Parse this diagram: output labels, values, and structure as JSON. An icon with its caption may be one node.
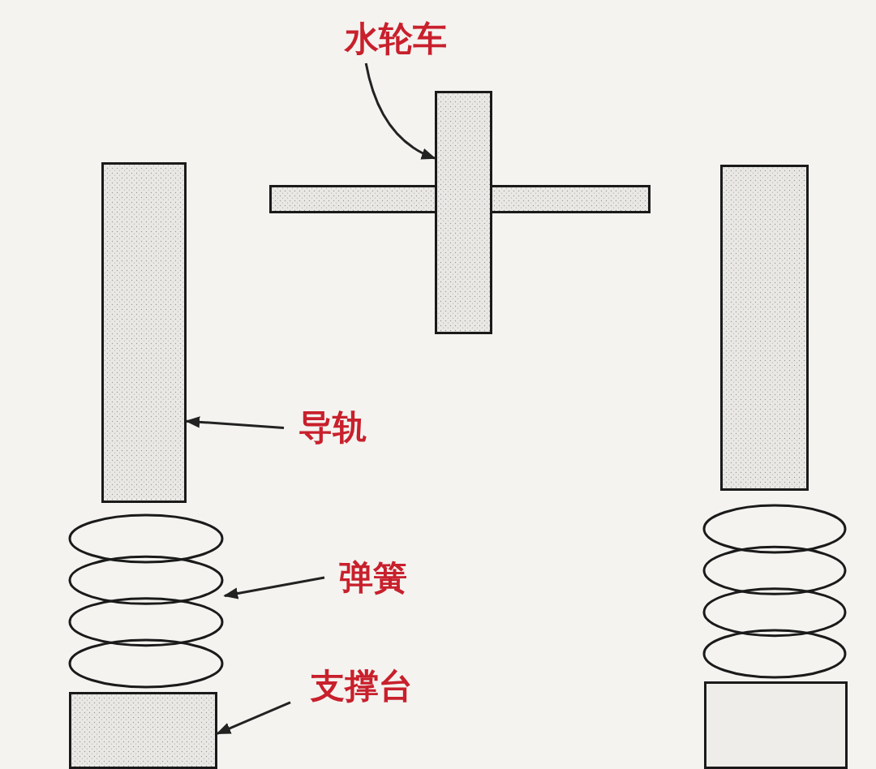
{
  "diagram": {
    "nodes": [
      {
        "text": [
          "水轮车"
        ]
      },
      {
        "text": [
          "导轨"
        ]
      },
      {
        "text": [
          "弹簧"
        ]
      },
      {
        "text": [
          "支撑台"
        ]
      },
      {
        "text": [],
        "shape": "bar"
      },
      {
        "text": [],
        "shape": "spring"
      },
      {
        "text": [],
        "shape": "box"
      },
      {
        "text": [],
        "shape": "bar"
      },
      {
        "text": [],
        "shape": "bar"
      },
      {
        "text": [],
        "shape": "bar"
      },
      {
        "text": [],
        "shape": "spring"
      },
      {
        "text": [],
        "shape": "box"
      }
    ],
    "edges": [
      {
        "from": 0,
        "to": 8,
        "arrow": "to"
      },
      {
        "from": 1,
        "to": 4,
        "arrow": "to"
      },
      {
        "from": 2,
        "to": 5,
        "arrow": "to"
      },
      {
        "from": 3,
        "to": 6,
        "arrow": "to"
      }
    ]
  }
}
